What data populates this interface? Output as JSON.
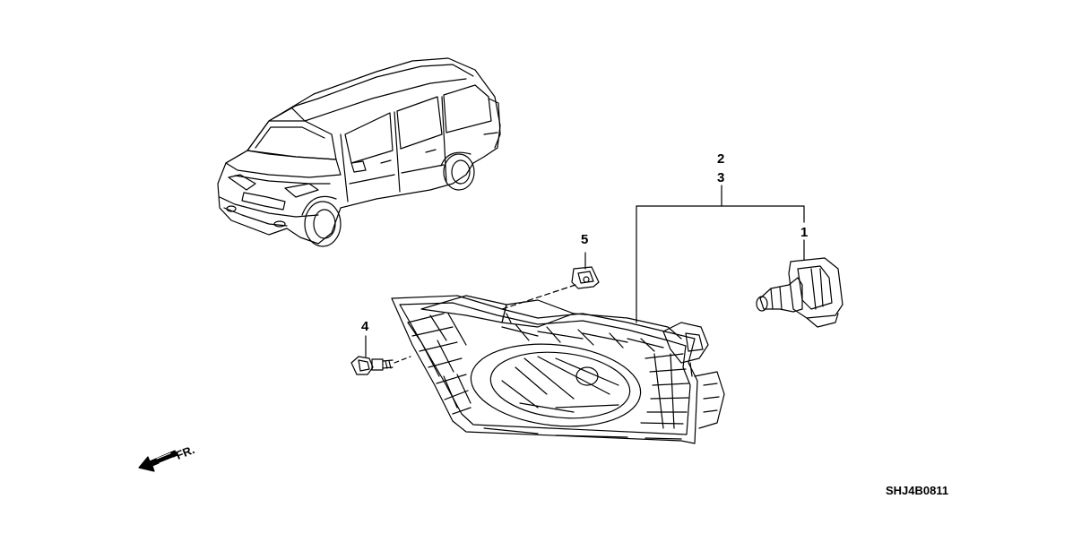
{
  "callouts": {
    "c1": "1",
    "c2": "2",
    "c3": "3",
    "c4": "4",
    "c5": "5"
  },
  "direction_label": "FR.",
  "drawing_code": "SHJ4B0811",
  "icons": [
    "vehicle-illustration",
    "fog-light-assembly",
    "bulb-icon",
    "bolt-icon",
    "clip-nut-icon",
    "front-arrow-icon"
  ]
}
